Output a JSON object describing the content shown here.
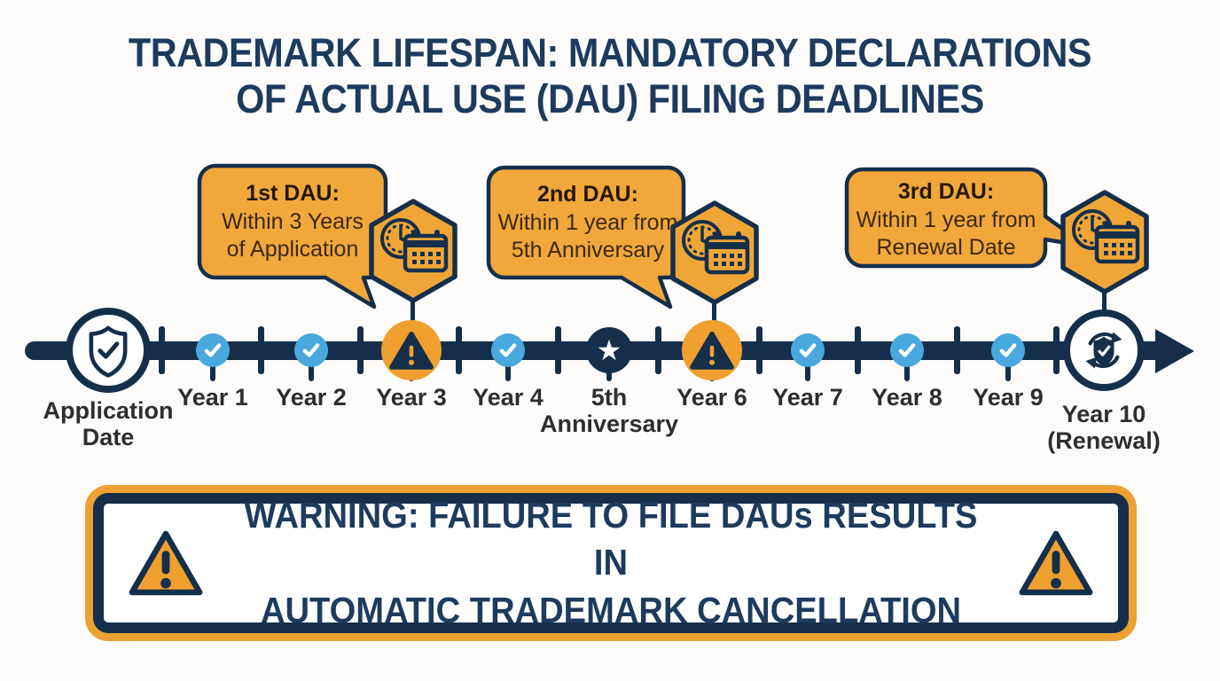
{
  "title": {
    "line1": "TRADEMARK LIFESPAN: MANDATORY DECLARATIONS",
    "line2": "OF ACTUAL USE (DAU) FILING DEADLINES"
  },
  "callouts": [
    {
      "heading": "1st DAU:",
      "line1": "Within 3 Years",
      "line2": "of Application",
      "icon": "clock-calendar-icon"
    },
    {
      "heading": "2nd DAU:",
      "line1": "Within 1 year from",
      "line2": "5th Anniversary",
      "icon": "clock-calendar-icon"
    },
    {
      "heading": "3rd DAU:",
      "line1": "Within 1 year from",
      "line2": "Renewal Date",
      "icon": "clock-calendar-icon"
    }
  ],
  "timeline": {
    "start": {
      "label": "Application Date",
      "icon": "shield-check-icon"
    },
    "end": {
      "label": "Year 10 (Renewal)",
      "icon": "renewal-shield-icon"
    },
    "markers": [
      {
        "label": "Year 1",
        "type": "check"
      },
      {
        "label": "Year 2",
        "type": "check"
      },
      {
        "label": "Year 3",
        "type": "warning"
      },
      {
        "label": "Year 4",
        "type": "check"
      },
      {
        "label": "5th Anniversary",
        "type": "star"
      },
      {
        "label": "Year 6",
        "type": "warning"
      },
      {
        "label": "Year 7",
        "type": "check"
      },
      {
        "label": "Year 8",
        "type": "check"
      },
      {
        "label": "Year 9",
        "type": "check"
      }
    ]
  },
  "warning_banner": {
    "line1": "WARNING: FAILURE TO FILE DAUs RESULTS IN",
    "line2": "AUTOMATIC TRADEMARK CANCELLATION",
    "icon": "warning-triangle-icon"
  },
  "colors": {
    "navy": "#1d3b5e",
    "navy_deep": "#152f4b",
    "orange": "#f2a73b",
    "orange_deep": "#efa02f",
    "blue": "#49a8dd",
    "label_text": "#2e2e2e",
    "callout_text": "#3a2910",
    "background": "#fdfcfa"
  }
}
